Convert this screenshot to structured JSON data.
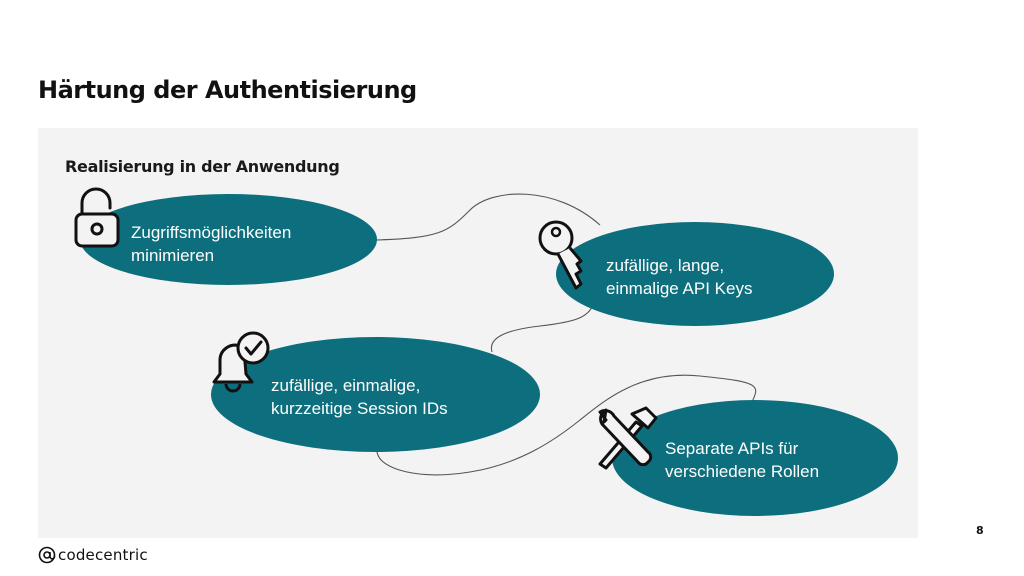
{
  "slide": {
    "title": "Härtung der Authentisierung",
    "subtitle": "Realisierung in der Anwendung",
    "page_number": "8"
  },
  "bubbles": [
    {
      "line1": "Zugriffsmöglichkeiten",
      "line2": "minimieren",
      "icon": "padlock-open-icon"
    },
    {
      "line1": "zufällige, lange,",
      "line2": "einmalige API Keys",
      "icon": "key-icon"
    },
    {
      "line1": "zufällige, einmalige,",
      "line2": "kurzzeitige Session IDs",
      "icon": "bell-check-icon"
    },
    {
      "line1": "Separate APIs für",
      "line2": "verschiedene Rollen",
      "icon": "wrench-hammer-icon"
    }
  ],
  "footer": {
    "logo_text": "codecentric"
  },
  "colors": {
    "bubble": "#0d6f7e",
    "panel": "#f3f3f3"
  }
}
